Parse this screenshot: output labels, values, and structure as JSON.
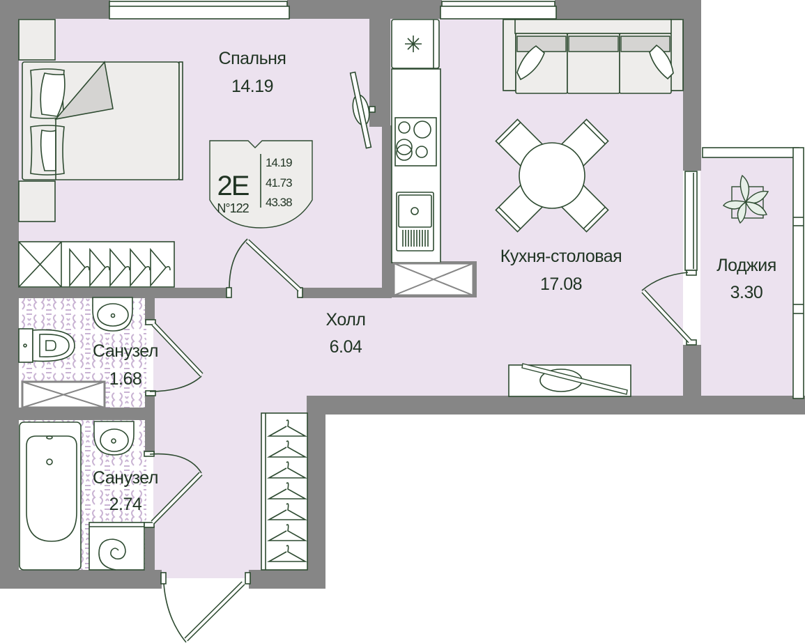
{
  "plan": {
    "apartment_type": "2E",
    "apartment_number": "N°122",
    "areas": [
      "14.19",
      "41.73",
      "43.38"
    ]
  },
  "rooms": [
    {
      "name": "Спальня",
      "area": "14.19"
    },
    {
      "name": "Кухня-столовая",
      "area": "17.08"
    },
    {
      "name": "Лоджия",
      "area": "3.30"
    },
    {
      "name": "Холл",
      "area": "6.04"
    },
    {
      "name": "Санузел",
      "area": "1.68"
    },
    {
      "name": "Санузел",
      "area": "2.74"
    }
  ],
  "colors": {
    "wall": "#868686",
    "floor": "#ece2ef",
    "furniture": "#eeedeb",
    "line": "#2d4a30",
    "text": "#1f3322",
    "tile": "#c9b3d3"
  }
}
